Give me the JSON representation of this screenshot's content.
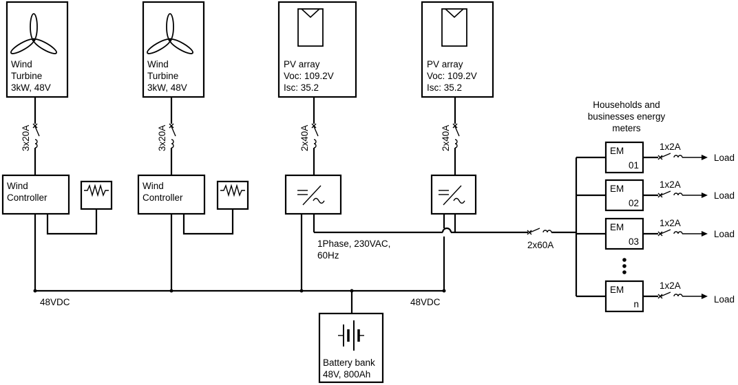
{
  "wind_turbines": [
    {
      "line1": "Wind",
      "line2": "Turbine",
      "line3": "3kW, 48V",
      "breaker": "3x20A"
    },
    {
      "line1": "Wind",
      "line2": "Turbine",
      "line3": "3kW, 48V",
      "breaker": "3x20A"
    }
  ],
  "pv_arrays": [
    {
      "line1": "PV array",
      "line2": "Voc: 109.2V",
      "line3": "Isc: 35.2",
      "breaker": "2x40A"
    },
    {
      "line1": "PV array",
      "line2": "Voc: 109.2V",
      "line3": "Isc: 35.2",
      "breaker": "2x40A"
    }
  ],
  "wind_controllers": [
    {
      "line1": "Wind",
      "line2": "Controller"
    },
    {
      "line1": "Wind",
      "line2": "Controller"
    }
  ],
  "ac_bus": {
    "line1": "1Phase, 230VAC,",
    "line2": "60Hz"
  },
  "dc_bus_labels": [
    "48VDC",
    "48VDC"
  ],
  "main_breaker": "2x60A",
  "battery": {
    "line1": "Battery bank",
    "line2": "48V, 800Ah"
  },
  "meters_title": {
    "line1": "Households and",
    "line2": "businesses energy",
    "line3": "meters"
  },
  "meters": [
    {
      "name": "EM",
      "id": "01",
      "breaker": "1x2A",
      "load": "Load"
    },
    {
      "name": "EM",
      "id": "02",
      "breaker": "1x2A",
      "load": "Load"
    },
    {
      "name": "EM",
      "id": "03",
      "breaker": "1x2A",
      "load": "Load"
    },
    {
      "name": "EM",
      "id": "n",
      "breaker": "1x2A",
      "load": "Load"
    }
  ],
  "icons": {
    "turbine": "wind-turbine-icon",
    "pv_panel": "solar-panel-icon",
    "inverter": "inverter-icon",
    "dump_load": "resistor-icon",
    "battery": "battery-icon",
    "breaker": "circuit-breaker-icon"
  }
}
